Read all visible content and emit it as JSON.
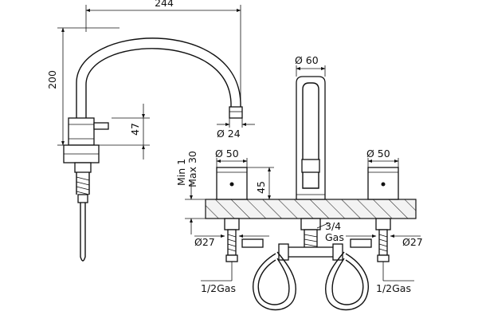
{
  "dimensions": {
    "spout_reach": "244",
    "spout_height": "200",
    "body_height": "47",
    "spout_outlet_dia": "Ø 24",
    "spout_body_dia": "Ø 60",
    "handle_dia_left": "Ø 50",
    "handle_dia_right": "Ø 50",
    "handle_height": "45",
    "deck_thickness_min": "Min 1",
    "deck_thickness_max": "Max 30",
    "nut_left": "Ø27",
    "nut_right": "Ø27",
    "connection_center_top": "3/4",
    "connection_center_bottom": "Gas",
    "connection_left": "1/2Gas",
    "connection_right": "1/2Gas"
  }
}
